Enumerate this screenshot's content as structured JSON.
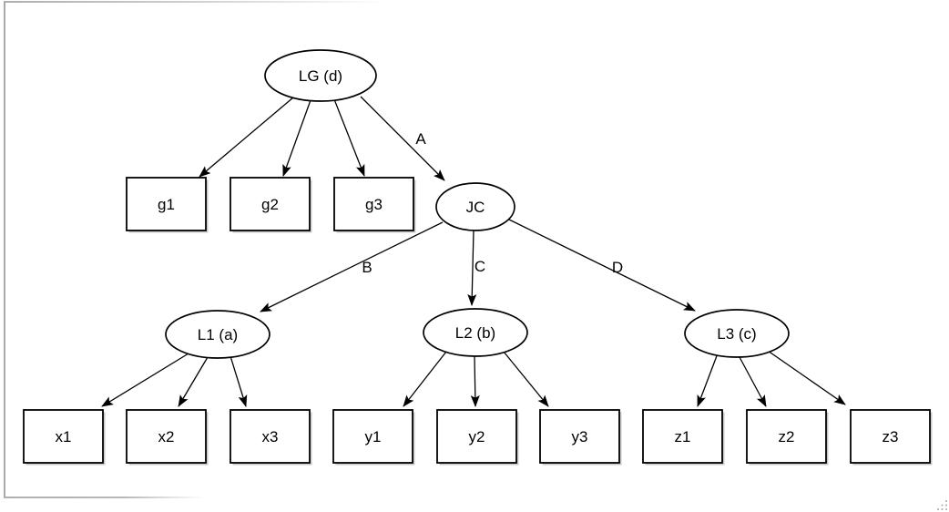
{
  "diagram": {
    "nodes": {
      "lg": {
        "label": "LG (d)",
        "shape": "ellipse"
      },
      "jc": {
        "label": "JC",
        "shape": "ellipse"
      },
      "l1": {
        "label": "L1 (a)",
        "shape": "ellipse"
      },
      "l2": {
        "label": "L2 (b)",
        "shape": "ellipse"
      },
      "l3": {
        "label": "L3 (c)",
        "shape": "ellipse"
      },
      "g1": {
        "label": "g1",
        "shape": "rect"
      },
      "g2": {
        "label": "g2",
        "shape": "rect"
      },
      "g3": {
        "label": "g3",
        "shape": "rect"
      },
      "x1": {
        "label": "x1",
        "shape": "rect"
      },
      "x2": {
        "label": "x2",
        "shape": "rect"
      },
      "x3": {
        "label": "x3",
        "shape": "rect"
      },
      "y1": {
        "label": "y1",
        "shape": "rect"
      },
      "y2": {
        "label": "y2",
        "shape": "rect"
      },
      "y3": {
        "label": "y3",
        "shape": "rect"
      },
      "z1": {
        "label": "z1",
        "shape": "rect"
      },
      "z2": {
        "label": "z2",
        "shape": "rect"
      },
      "z3": {
        "label": "z3",
        "shape": "rect"
      }
    },
    "edges": [
      {
        "from": "lg",
        "to": "g1",
        "label": ""
      },
      {
        "from": "lg",
        "to": "g2",
        "label": ""
      },
      {
        "from": "lg",
        "to": "g3",
        "label": ""
      },
      {
        "from": "lg",
        "to": "jc",
        "label": "A"
      },
      {
        "from": "jc",
        "to": "l1",
        "label": "B"
      },
      {
        "from": "jc",
        "to": "l2",
        "label": "C"
      },
      {
        "from": "jc",
        "to": "l3",
        "label": "D"
      },
      {
        "from": "l1",
        "to": "x1",
        "label": ""
      },
      {
        "from": "l1",
        "to": "x2",
        "label": ""
      },
      {
        "from": "l1",
        "to": "x3",
        "label": ""
      },
      {
        "from": "l2",
        "to": "y1",
        "label": ""
      },
      {
        "from": "l2",
        "to": "y2",
        "label": ""
      },
      {
        "from": "l2",
        "to": "y3",
        "label": ""
      },
      {
        "from": "l3",
        "to": "z1",
        "label": ""
      },
      {
        "from": "l3",
        "to": "z2",
        "label": ""
      },
      {
        "from": "l3",
        "to": "z3",
        "label": ""
      }
    ],
    "colors": {
      "node_stroke": "#000000",
      "node_fill": "#ffffff",
      "box_shadow": "#c9c9c9",
      "edge_stroke": "#000000",
      "window_border": "#a9a9a9"
    }
  }
}
